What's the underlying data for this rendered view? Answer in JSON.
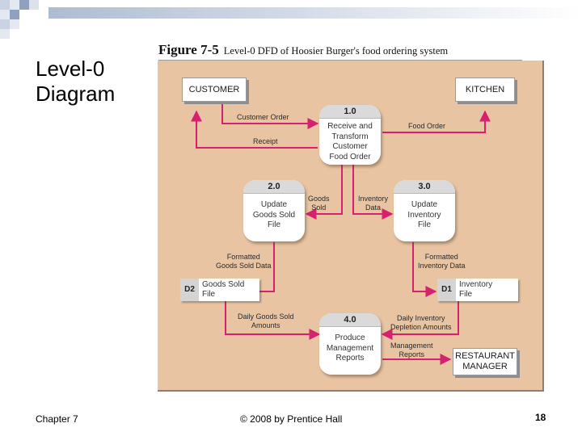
{
  "slide": {
    "title_lines": [
      "Level-0",
      "Diagram"
    ],
    "footer_left": "Chapter 7",
    "footer_center": "© 2008 by Prentice Hall",
    "page_number": "18"
  },
  "figure": {
    "number": "Figure 7-5",
    "caption": "Level-0 DFD of Hoosier Burger's food ordering system"
  },
  "colors": {
    "background": "#e9c4a2",
    "flow": "#d6216e",
    "process_header": "#dadada",
    "deco_square_light": "#c9d3e3",
    "deco_square_mid": "#8fa1bf"
  },
  "entities": {
    "customer": [
      "CUSTOMER"
    ],
    "kitchen": [
      "KITCHEN"
    ],
    "restaurant_manager": [
      "RESTAURANT",
      "MANAGER"
    ]
  },
  "processes": {
    "p1": {
      "id": "1.0",
      "lines": [
        "Receive and",
        "Transform",
        "Customer",
        "Food Order"
      ]
    },
    "p2": {
      "id": "2.0",
      "lines": [
        "Update",
        "Goods Sold",
        "File"
      ]
    },
    "p3": {
      "id": "3.0",
      "lines": [
        "Update",
        "Inventory",
        "File"
      ]
    },
    "p4": {
      "id": "4.0",
      "lines": [
        "Produce",
        "Management",
        "Reports"
      ]
    }
  },
  "stores": {
    "d2": {
      "id": "D2",
      "lines": [
        "Goods Sold",
        "File"
      ]
    },
    "d1": {
      "id": "D1",
      "lines": [
        "Inventory",
        "File"
      ]
    }
  },
  "flows": {
    "customer_order": [
      "Customer Order"
    ],
    "receipt": [
      "Receipt"
    ],
    "food_order": [
      "Food Order"
    ],
    "goods_sold": [
      "Goods",
      "Sold"
    ],
    "inventory_data": [
      "Inventory",
      "Data"
    ],
    "formatted_goods": [
      "Formatted",
      "Goods Sold Data"
    ],
    "formatted_inventory": [
      "Formatted",
      "Inventory Data"
    ],
    "daily_goods": [
      "Daily Goods Sold",
      "Amounts"
    ],
    "daily_inventory": [
      "Daily Inventory",
      "Depletion Amounts"
    ],
    "management_reports": [
      "Management",
      "Reports"
    ]
  }
}
